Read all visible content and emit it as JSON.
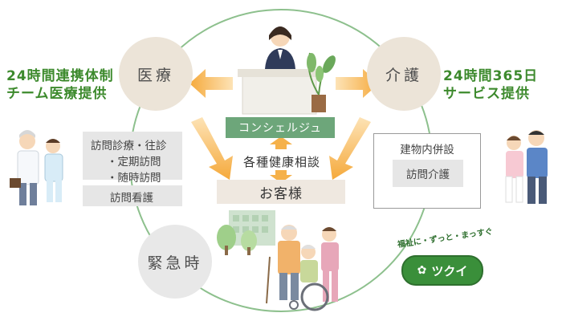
{
  "medical": {
    "circle_label": "医療",
    "tagline": [
      "24時間連携体制",
      "チーム医療提供"
    ],
    "services": {
      "title": "訪問診療・往診",
      "items": [
        "・定期訪問",
        "・随時訪問"
      ]
    },
    "nursing": "訪問看護"
  },
  "care": {
    "circle_label": "介護",
    "tagline": [
      "24時間365日",
      "サービス提供"
    ],
    "building_label": "建物内併設",
    "visit_care": "訪問介護"
  },
  "emergency": {
    "circle_label": "緊急時"
  },
  "center": {
    "concierge": "コンシェルジュ",
    "consultation": "各種健康相談",
    "customer": "お客様"
  },
  "logo": {
    "tagline": "福祉に・ずっと・まっすぐ",
    "name": "ツクイ"
  },
  "colors": {
    "ring": "#8dc08d",
    "arrow": "#f5b14a",
    "circle_fill": "#ece4d8",
    "emergency_fill": "#e8e8e8",
    "concierge_fill": "#6da67a",
    "tagline_text": "#3d8a2d",
    "logo_fill": "#3a8f3a"
  }
}
